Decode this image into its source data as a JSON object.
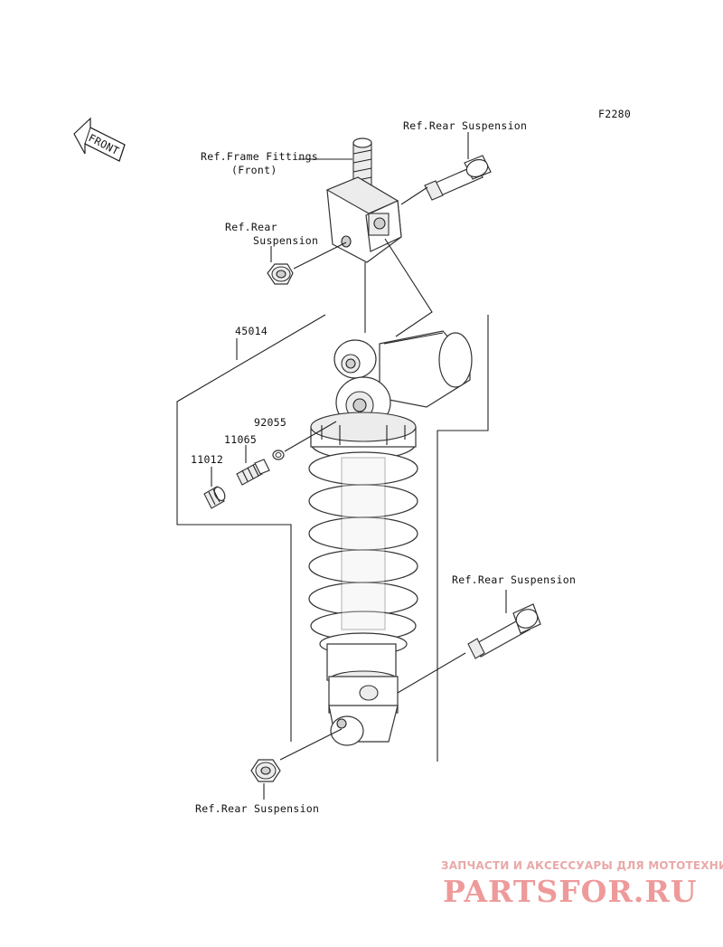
{
  "figure_code": "F2280",
  "front_arrow": "FRONT",
  "labels": {
    "frame_fittings_line1": "Ref.Frame Fittings",
    "frame_fittings_line2": "(Front)",
    "rear_suspension_top": "Ref.Rear Suspension",
    "rear_suspension_left_line1": "Ref.Rear",
    "rear_suspension_left_line2": "Suspension",
    "rear_suspension_right": "Ref.Rear Suspension",
    "rear_suspension_bottom": "Ref.Rear Suspension"
  },
  "part_numbers": {
    "shock_absorber": "45014",
    "o_ring": "92055",
    "valve": "11065",
    "cap": "11012"
  },
  "watermark": {
    "tagline": "ЗАПЧАСТИ И АКСЕССУАРЫ ДЛЯ МОТОТЕХНИКИ",
    "brand": "PARTSFOR.RU",
    "color": "#ee9a9a"
  }
}
